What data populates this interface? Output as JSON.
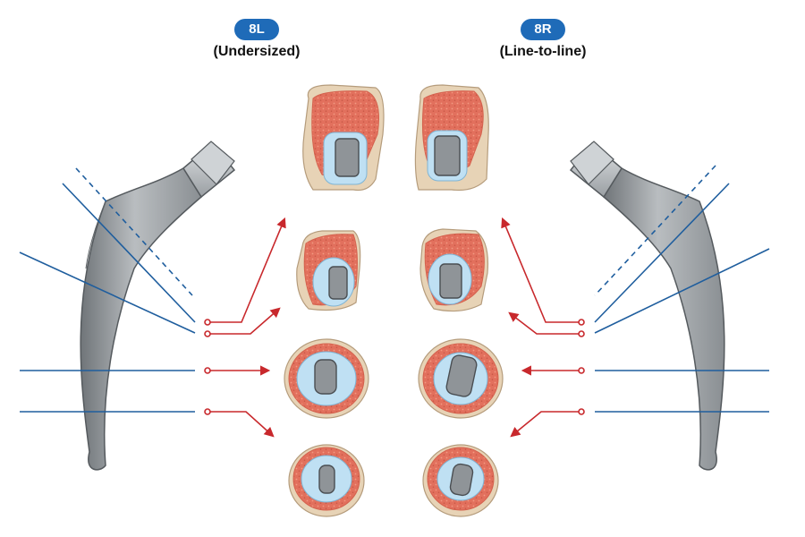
{
  "left": {
    "badge": "8L",
    "caption": "(Undersized)"
  },
  "right": {
    "badge": "8R",
    "caption": "(Line-to-line)"
  },
  "colors": {
    "badge": "#1f6bb8",
    "cut_line": "#1f5e9e",
    "arrow": "#c8282c",
    "cortex": "#ee8a72",
    "cancellous": "#e2705d",
    "canal": "#bfe0f3",
    "implant": "#8f9498",
    "bone_tan": "#e7d3b6"
  }
}
